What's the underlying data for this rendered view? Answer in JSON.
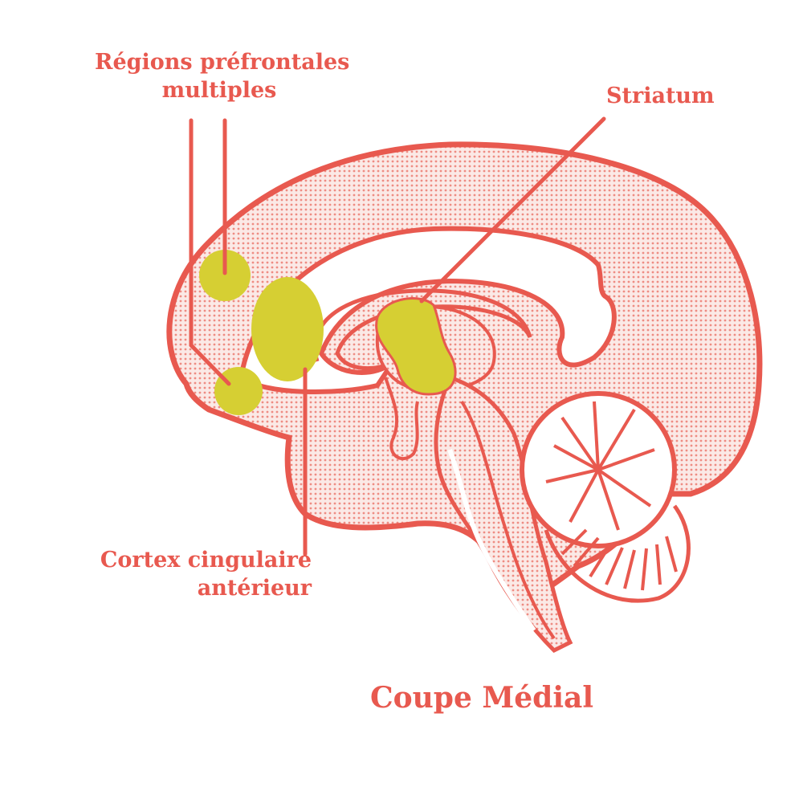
{
  "labels": {
    "prefrontal_line1": "Régions préfrontales",
    "prefrontal_line2": "multiples",
    "striatum": "Striatum",
    "cingulate_line1": "Cortex cingulaire",
    "cingulate_line2": "antérieur"
  },
  "title": "Coupe Médial",
  "colors": {
    "outline": "#e8594f",
    "fill": "#f7d9d4",
    "highlight": "#d6cf33",
    "background": "#ffffff"
  }
}
